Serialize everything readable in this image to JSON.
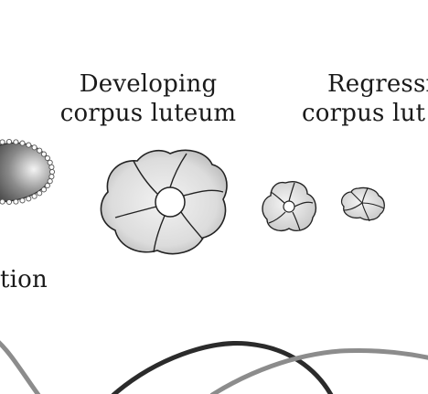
{
  "labels": {
    "developing_line1": "Developing",
    "developing_line2": "corpus luteum",
    "regressing_line1": "Regressi",
    "regressing_line2": "corpus lut",
    "ovulation_fragment": "tion"
  },
  "colors": {
    "ink": "#1a1a1a",
    "cell_fill": "#e6e6e6",
    "cell_shadow": "#9a9a9a",
    "curve_dark": "#2b2b2b",
    "curve_light": "#8c8c8c"
  }
}
